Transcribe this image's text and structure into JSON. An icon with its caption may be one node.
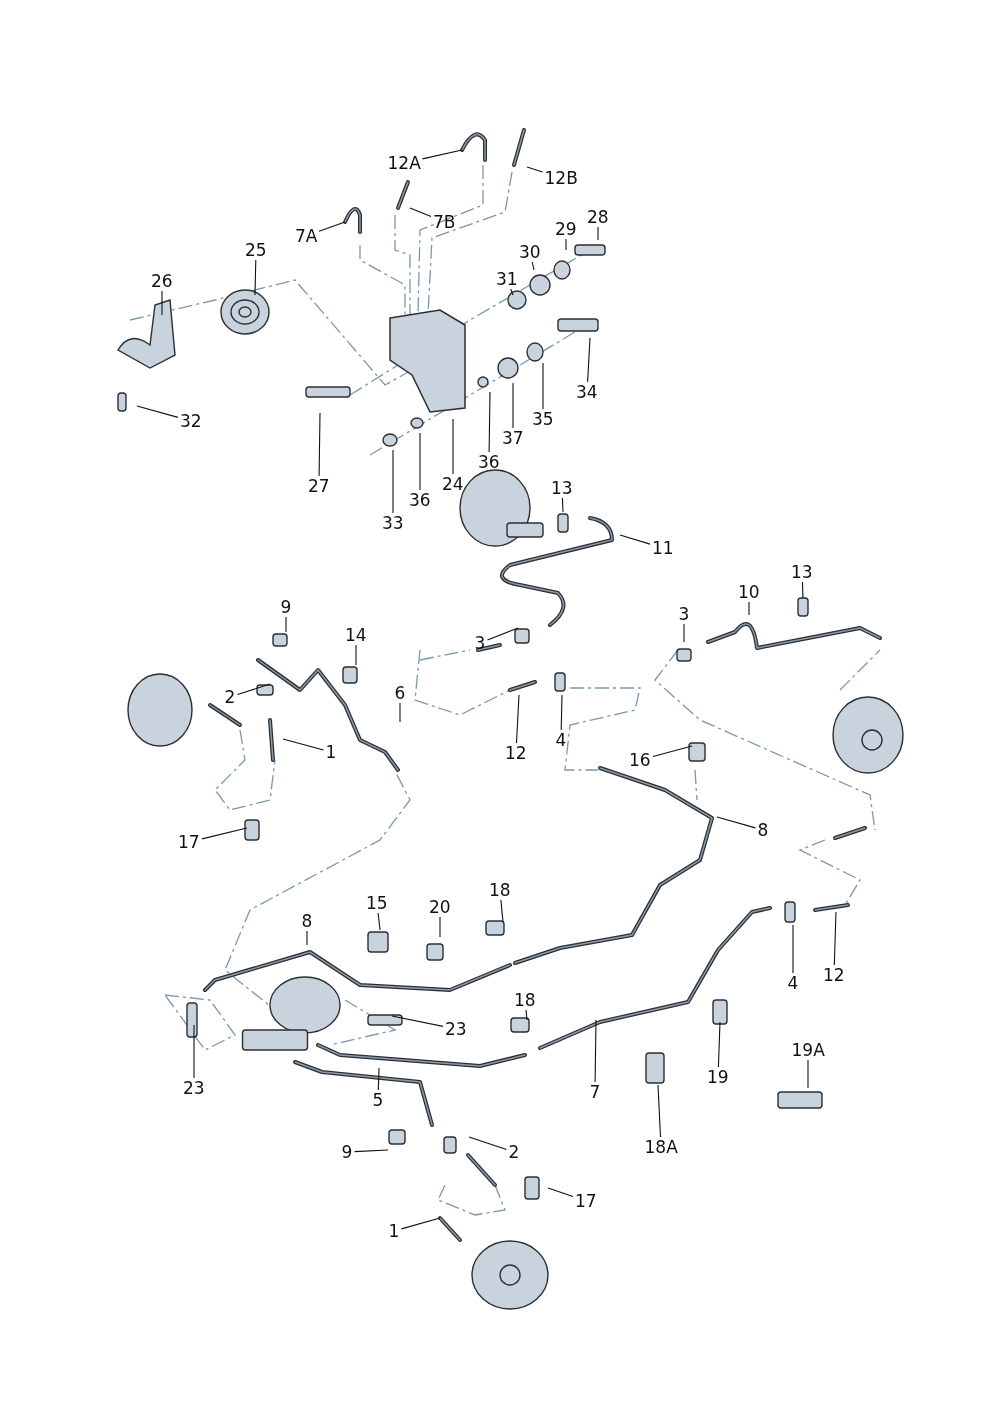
{
  "diagram": {
    "nodes": [
      {
        "text": [
          "12A"
        ]
      },
      {
        "text": [
          "12B"
        ]
      },
      {
        "text": [
          "7B"
        ]
      },
      {
        "text": [
          "7A"
        ]
      },
      {
        "text": [
          "25"
        ]
      },
      {
        "text": [
          "26"
        ]
      },
      {
        "text": [
          "28"
        ]
      },
      {
        "text": [
          "29"
        ]
      },
      {
        "text": [
          "30"
        ]
      },
      {
        "text": [
          "31"
        ]
      },
      {
        "text": [
          "32"
        ]
      },
      {
        "text": [
          "34"
        ]
      },
      {
        "text": [
          "35"
        ]
      },
      {
        "text": [
          "37"
        ]
      },
      {
        "text": [
          "36"
        ]
      },
      {
        "text": [
          "27"
        ]
      },
      {
        "text": [
          "24"
        ]
      },
      {
        "text": [
          "36"
        ]
      },
      {
        "text": [
          "33"
        ]
      },
      {
        "text": [
          "13"
        ]
      },
      {
        "text": [
          "11"
        ]
      },
      {
        "text": [
          "10"
        ]
      },
      {
        "text": [
          "13"
        ]
      },
      {
        "text": [
          "3"
        ]
      },
      {
        "text": [
          "9"
        ]
      },
      {
        "text": [
          "14"
        ]
      },
      {
        "text": [
          "3"
        ]
      },
      {
        "text": [
          "2"
        ]
      },
      {
        "text": [
          "6"
        ]
      },
      {
        "text": [
          "1"
        ]
      },
      {
        "text": [
          "12"
        ]
      },
      {
        "text": [
          "4"
        ]
      },
      {
        "text": [
          "16"
        ]
      },
      {
        "text": [
          "8"
        ]
      },
      {
        "text": [
          "17"
        ]
      },
      {
        "text": [
          "15"
        ]
      },
      {
        "text": [
          "20"
        ]
      },
      {
        "text": [
          "18"
        ]
      },
      {
        "text": [
          "8"
        ]
      },
      {
        "text": [
          "4"
        ]
      },
      {
        "text": [
          "12"
        ]
      },
      {
        "text": [
          "18"
        ]
      },
      {
        "text": [
          "23"
        ]
      },
      {
        "text": [
          "23"
        ]
      },
      {
        "text": [
          "7"
        ]
      },
      {
        "text": [
          "19A"
        ]
      },
      {
        "text": [
          "19"
        ]
      },
      {
        "text": [
          "5"
        ]
      },
      {
        "text": [
          "18A"
        ]
      },
      {
        "text": [
          "9"
        ]
      },
      {
        "text": [
          "2"
        ]
      },
      {
        "text": [
          "17"
        ]
      },
      {
        "text": [
          "1"
        ]
      }
    ],
    "edges": [
      {
        "from": 0,
        "to": null,
        "arrow": "none"
      },
      {
        "from": 1,
        "to": null,
        "arrow": "none"
      },
      {
        "from": 2,
        "to": null,
        "arrow": "none"
      },
      {
        "from": 3,
        "to": null,
        "arrow": "none"
      },
      {
        "from": 4,
        "to": null,
        "arrow": "none"
      },
      {
        "from": 5,
        "to": null,
        "arrow": "none"
      },
      {
        "from": 6,
        "to": null,
        "arrow": "none"
      },
      {
        "from": 7,
        "to": null,
        "arrow": "none"
      },
      {
        "from": 8,
        "to": null,
        "arrow": "none"
      },
      {
        "from": 9,
        "to": null,
        "arrow": "none"
      },
      {
        "from": 10,
        "to": null,
        "arrow": "none"
      },
      {
        "from": 11,
        "to": null,
        "arrow": "none"
      },
      {
        "from": 12,
        "to": null,
        "arrow": "none"
      },
      {
        "from": 13,
        "to": null,
        "arrow": "none"
      },
      {
        "from": 14,
        "to": null,
        "arrow": "none"
      },
      {
        "from": 15,
        "to": null,
        "arrow": "none"
      },
      {
        "from": 16,
        "to": null,
        "arrow": "none"
      },
      {
        "from": 17,
        "to": null,
        "arrow": "none"
      },
      {
        "from": 18,
        "to": null,
        "arrow": "none"
      },
      {
        "from": 19,
        "to": null,
        "arrow": "none"
      },
      {
        "from": 20,
        "to": null,
        "arrow": "none"
      },
      {
        "from": 21,
        "to": null,
        "arrow": "none"
      },
      {
        "from": 22,
        "to": null,
        "arrow": "none"
      },
      {
        "from": 23,
        "to": null,
        "arrow": "none"
      },
      {
        "from": 24,
        "to": null,
        "arrow": "none"
      },
      {
        "from": 25,
        "to": null,
        "arrow": "none"
      },
      {
        "from": 26,
        "to": null,
        "arrow": "none"
      },
      {
        "from": 27,
        "to": null,
        "arrow": "none"
      },
      {
        "from": 28,
        "to": null,
        "arrow": "none"
      },
      {
        "from": 29,
        "to": null,
        "arrow": "none"
      },
      {
        "from": 30,
        "to": null,
        "arrow": "none"
      },
      {
        "from": 31,
        "to": null,
        "arrow": "none"
      },
      {
        "from": 32,
        "to": null,
        "arrow": "none"
      },
      {
        "from": 33,
        "to": null,
        "arrow": "none"
      },
      {
        "from": 34,
        "to": null,
        "arrow": "none"
      },
      {
        "from": 35,
        "to": null,
        "arrow": "none"
      },
      {
        "from": 36,
        "to": null,
        "arrow": "none"
      },
      {
        "from": 37,
        "to": null,
        "arrow": "none"
      },
      {
        "from": 38,
        "to": null,
        "arrow": "none"
      },
      {
        "from": 39,
        "to": null,
        "arrow": "none"
      },
      {
        "from": 40,
        "to": null,
        "arrow": "none"
      },
      {
        "from": 41,
        "to": null,
        "arrow": "none"
      },
      {
        "from": 42,
        "to": null,
        "arrow": "none"
      },
      {
        "from": 43,
        "to": null,
        "arrow": "none"
      },
      {
        "from": 44,
        "to": null,
        "arrow": "none"
      },
      {
        "from": 45,
        "to": null,
        "arrow": "none"
      },
      {
        "from": 46,
        "to": null,
        "arrow": "none"
      },
      {
        "from": 47,
        "to": null,
        "arrow": "none"
      },
      {
        "from": 48,
        "to": null,
        "arrow": "none"
      },
      {
        "from": 49,
        "to": null,
        "arrow": "none"
      },
      {
        "from": 50,
        "to": null,
        "arrow": "none"
      },
      {
        "from": 51,
        "to": null,
        "arrow": "none"
      },
      {
        "from": 52,
        "to": null,
        "arrow": "none"
      }
    ]
  }
}
